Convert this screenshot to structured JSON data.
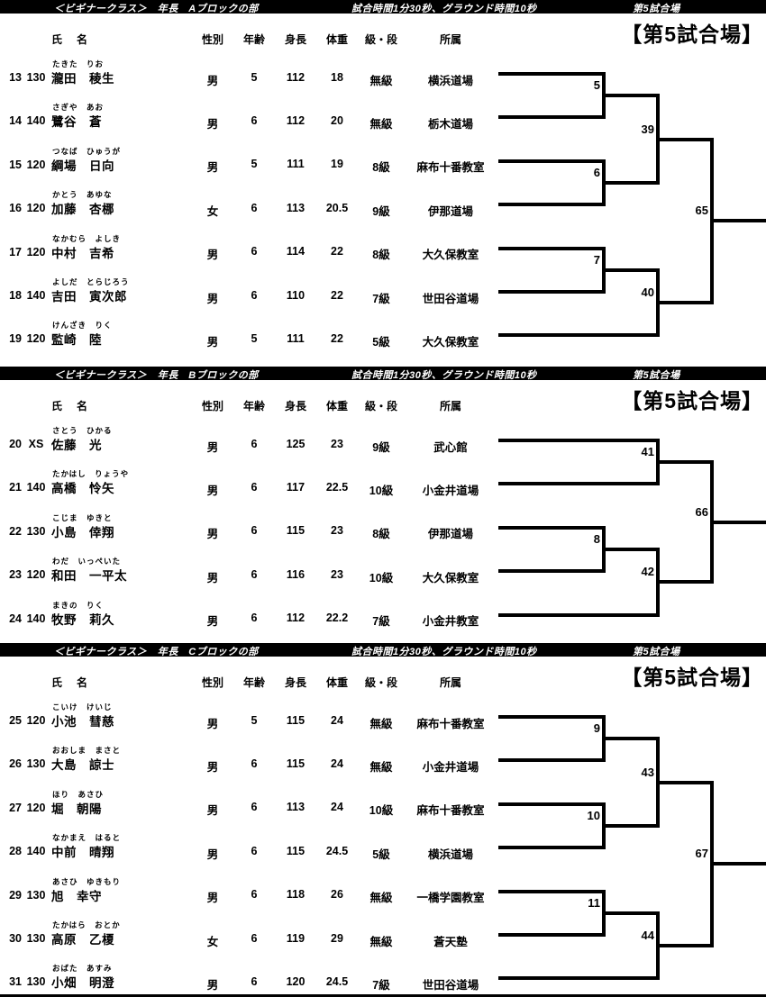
{
  "page": {
    "blocks": [
      {
        "header": {
          "class_label": "＜ビギナークラス＞　年長　Aブロックの部",
          "time_label": "試合時間1分30秒、グラウンド時間10秒",
          "venue_label": "第5試合場"
        },
        "big_title": "【第5試合場】",
        "columns": {
          "name": "氏　名",
          "sex": "性別",
          "age": "年齢",
          "height": "身長",
          "weight": "体重",
          "rank": "級・段",
          "club": "所属"
        },
        "rows": [
          {
            "no": "13",
            "bib": "130",
            "kana": "たきた　りお",
            "name": "瀧田　稜生",
            "sex": "男",
            "age": "5",
            "height": "112",
            "weight": "18",
            "rank": "無級",
            "club": "横浜道場"
          },
          {
            "no": "14",
            "bib": "140",
            "kana": "さぎや　あお",
            "name": "鷺谷　蒼",
            "sex": "男",
            "age": "6",
            "height": "112",
            "weight": "20",
            "rank": "無級",
            "club": "栃木道場"
          },
          {
            "no": "15",
            "bib": "120",
            "kana": "つなば　ひゅうが",
            "name": "綱場　日向",
            "sex": "男",
            "age": "5",
            "height": "111",
            "weight": "19",
            "rank": "8級",
            "club": "麻布十番教室"
          },
          {
            "no": "16",
            "bib": "120",
            "kana": "かとう　あゆな",
            "name": "加藤　杏梛",
            "sex": "女",
            "age": "6",
            "height": "113",
            "weight": "20.5",
            "rank": "9級",
            "club": "伊那道場"
          },
          {
            "no": "17",
            "bib": "120",
            "kana": "なかむら　よしき",
            "name": "中村　吉希",
            "sex": "男",
            "age": "6",
            "height": "114",
            "weight": "22",
            "rank": "8級",
            "club": "大久保教室"
          },
          {
            "no": "18",
            "bib": "140",
            "kana": "よしだ　とらじろう",
            "name": "吉田　寅次郎",
            "sex": "男",
            "age": "6",
            "height": "110",
            "weight": "22",
            "rank": "7級",
            "club": "世田谷道場"
          },
          {
            "no": "19",
            "bib": "120",
            "kana": "けんざき　りく",
            "name": "監崎　陸",
            "sex": "男",
            "age": "5",
            "height": "111",
            "weight": "22",
            "rank": "5級",
            "club": "大久保教室"
          }
        ],
        "bracket": {
          "matches": [
            {
              "label": "5",
              "round": 1,
              "top": {
                "row": 0
              },
              "bottom": {
                "row": 1
              }
            },
            {
              "label": "6",
              "round": 1,
              "top": {
                "row": 2
              },
              "bottom": {
                "row": 3
              }
            },
            {
              "label": "7",
              "round": 1,
              "top": {
                "row": 4
              },
              "bottom": {
                "row": 5
              }
            },
            {
              "label": "39",
              "round": 2,
              "top": {
                "match": "5"
              },
              "bottom": {
                "match": "6"
              }
            },
            {
              "label": "40",
              "round": 2,
              "top": {
                "match": "7"
              },
              "bottom": {
                "row": 6
              }
            },
            {
              "label": "65",
              "round": 3,
              "top": {
                "match": "39"
              },
              "bottom": {
                "match": "40"
              },
              "winner": true
            }
          ]
        }
      },
      {
        "header": {
          "class_label": "＜ビギナークラス＞　年長　Bブロックの部",
          "time_label": "試合時間1分30秒、グラウンド時間10秒",
          "venue_label": "第5試合場"
        },
        "big_title": "【第5試合場】",
        "columns": {
          "name": "氏　名",
          "sex": "性別",
          "age": "年齢",
          "height": "身長",
          "weight": "体重",
          "rank": "級・段",
          "club": "所属"
        },
        "rows": [
          {
            "no": "20",
            "bib": "XS",
            "kana": "さとう　ひかる",
            "name": "佐藤　光",
            "sex": "男",
            "age": "6",
            "height": "125",
            "weight": "23",
            "rank": "9級",
            "club": "武心館"
          },
          {
            "no": "21",
            "bib": "140",
            "kana": "たかはし　りょうや",
            "name": "高橋　怜矢",
            "sex": "男",
            "age": "6",
            "height": "117",
            "weight": "22.5",
            "rank": "10級",
            "club": "小金井道場"
          },
          {
            "no": "22",
            "bib": "130",
            "kana": "こじま　ゆきと",
            "name": "小島　倖翔",
            "sex": "男",
            "age": "6",
            "height": "115",
            "weight": "23",
            "rank": "8級",
            "club": "伊那道場"
          },
          {
            "no": "23",
            "bib": "120",
            "kana": "わだ　いっぺいた",
            "name": "和田　一平太",
            "sex": "男",
            "age": "6",
            "height": "116",
            "weight": "23",
            "rank": "10級",
            "club": "大久保教室"
          },
          {
            "no": "24",
            "bib": "140",
            "kana": "まきの　りく",
            "name": "牧野　莉久",
            "sex": "男",
            "age": "6",
            "height": "112",
            "weight": "22.2",
            "rank": "7級",
            "club": "小金井教室"
          }
        ],
        "bracket": {
          "matches": [
            {
              "label": "41",
              "round": 2,
              "top": {
                "row": 0
              },
              "bottom": {
                "row": 1
              }
            },
            {
              "label": "8",
              "round": 1,
              "top": {
                "row": 2
              },
              "bottom": {
                "row": 3
              }
            },
            {
              "label": "42",
              "round": 2,
              "top": {
                "match": "8"
              },
              "bottom": {
                "row": 4
              }
            },
            {
              "label": "66",
              "round": 3,
              "top": {
                "match": "41"
              },
              "bottom": {
                "match": "42"
              },
              "winner": true
            }
          ]
        }
      },
      {
        "header": {
          "class_label": "＜ビギナークラス＞　年長　Cブロックの部",
          "time_label": "試合時間1分30秒、グラウンド時間10秒",
          "venue_label": "第5試合場"
        },
        "big_title": "【第5試合場】",
        "columns": {
          "name": "氏　名",
          "sex": "性別",
          "age": "年齢",
          "height": "身長",
          "weight": "体重",
          "rank": "級・段",
          "club": "所属"
        },
        "rows": [
          {
            "no": "25",
            "bib": "120",
            "kana": "こいけ　けいじ",
            "name": "小池　彗慈",
            "sex": "男",
            "age": "5",
            "height": "115",
            "weight": "24",
            "rank": "無級",
            "club": "麻布十番教室"
          },
          {
            "no": "26",
            "bib": "130",
            "kana": "おおしま　まさと",
            "name": "大島　諒士",
            "sex": "男",
            "age": "6",
            "height": "115",
            "weight": "24",
            "rank": "無級",
            "club": "小金井道場"
          },
          {
            "no": "27",
            "bib": "120",
            "kana": "ほり　あさひ",
            "name": "堀　朝陽",
            "sex": "男",
            "age": "6",
            "height": "113",
            "weight": "24",
            "rank": "10級",
            "club": "麻布十番教室"
          },
          {
            "no": "28",
            "bib": "140",
            "kana": "なかまえ　はると",
            "name": "中前　晴翔",
            "sex": "男",
            "age": "6",
            "height": "115",
            "weight": "24.5",
            "rank": "5級",
            "club": "横浜道場"
          },
          {
            "no": "29",
            "bib": "130",
            "kana": "あさひ　ゆきもり",
            "name": "旭　幸守",
            "sex": "男",
            "age": "6",
            "height": "118",
            "weight": "26",
            "rank": "無級",
            "club": "一橋学園教室"
          },
          {
            "no": "30",
            "bib": "130",
            "kana": "たかはら　おとか",
            "name": "高原　乙榎",
            "sex": "女",
            "age": "6",
            "height": "119",
            "weight": "29",
            "rank": "無級",
            "club": "蒼天塾"
          },
          {
            "no": "31",
            "bib": "130",
            "kana": "おばた　あすみ",
            "name": "小畑　明澄",
            "sex": "男",
            "age": "6",
            "height": "120",
            "weight": "24.5",
            "rank": "7級",
            "club": "世田谷道場"
          }
        ],
        "bracket": {
          "matches": [
            {
              "label": "9",
              "round": 1,
              "top": {
                "row": 0
              },
              "bottom": {
                "row": 1
              }
            },
            {
              "label": "10",
              "round": 1,
              "top": {
                "row": 2
              },
              "bottom": {
                "row": 3
              }
            },
            {
              "label": "11",
              "round": 1,
              "top": {
                "row": 4
              },
              "bottom": {
                "row": 5
              }
            },
            {
              "label": "43",
              "round": 2,
              "top": {
                "match": "9"
              },
              "bottom": {
                "match": "10"
              }
            },
            {
              "label": "44",
              "round": 2,
              "top": {
                "match": "11"
              },
              "bottom": {
                "row": 6
              }
            },
            {
              "label": "67",
              "round": 3,
              "top": {
                "match": "43"
              },
              "bottom": {
                "match": "44"
              },
              "winner": true
            }
          ]
        }
      }
    ]
  }
}
